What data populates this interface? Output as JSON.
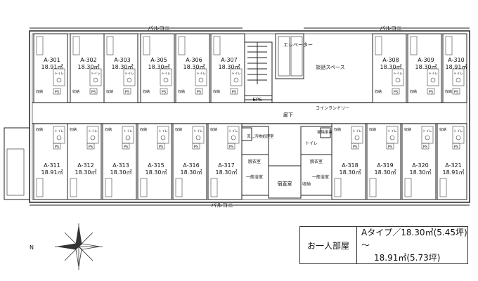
{
  "balcony_label": "バルコニー",
  "corridor_label": "廊下",
  "top_units": [
    {
      "id": "A-301",
      "area": "18.91㎡"
    },
    {
      "id": "A-302",
      "area": "18.30㎡"
    },
    {
      "id": "A-303",
      "area": "18.30㎡"
    },
    {
      "id": "A-305",
      "area": "18.30㎡"
    },
    {
      "id": "A-306",
      "area": "18.30㎡"
    },
    {
      "id": "A-307",
      "area": "18.30㎡"
    },
    {
      "id": "A-308",
      "area": "18.30㎡"
    },
    {
      "id": "A-309",
      "area": "18.30㎡"
    },
    {
      "id": "A-310",
      "area": "18.91㎡"
    }
  ],
  "bottom_units": [
    {
      "id": "A-311",
      "area": "18.91㎡"
    },
    {
      "id": "A-312",
      "area": "18.30㎡"
    },
    {
      "id": "A-313",
      "area": "18.30㎡"
    },
    {
      "id": "A-315",
      "area": "18.30㎡"
    },
    {
      "id": "A-316",
      "area": "18.30㎡"
    },
    {
      "id": "A-317",
      "area": "18.30㎡"
    },
    {
      "id": "A-318",
      "area": "18.30㎡"
    },
    {
      "id": "A-319",
      "area": "18.30㎡"
    },
    {
      "id": "A-320",
      "area": "18.30㎡"
    },
    {
      "id": "A-321",
      "area": "18.91㎡"
    }
  ],
  "room_labels": {
    "storage": "収納",
    "toilet": "トイレ",
    "ps": "PS",
    "eps": "EPS",
    "elevator": "エレベーター",
    "lounge": "談話スペース",
    "coin_laundry": "コインランドリー",
    "sink": "流し",
    "trash": "汚物処理室",
    "changing_a": "脱衣室",
    "changing_b": "脱衣室",
    "bath_a": "一般浴室",
    "bath_b": "一般浴室",
    "night_room": "宿直室",
    "toilet_common": "トイレ",
    "cleaning": "掃除用具",
    "storage_common": "収納"
  },
  "legend": {
    "label": "お一人部屋",
    "line1": "Aタイプ／18.30㎡(5.45坪)～",
    "line2": "18.91㎡(5.73坪)"
  },
  "compass_label": "N"
}
